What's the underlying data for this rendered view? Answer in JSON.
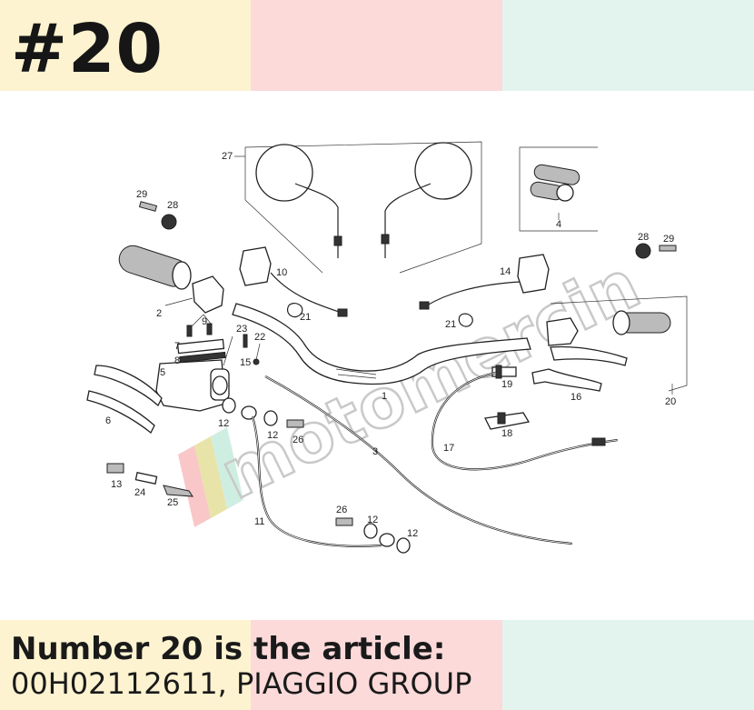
{
  "header": {
    "title": "#20",
    "band_colors": [
      "#fdf3d0",
      "#fcdada",
      "#e3f4ee"
    ]
  },
  "footer": {
    "line1": "Number 20 is the article:",
    "line2": "00H02112611, PIAGGIO GROUP"
  },
  "watermark": {
    "text": "motomercin",
    "stripe_colors": [
      "#f9c7c7",
      "#e8e3a8",
      "#cfeee2"
    ]
  },
  "callouts": {
    "c27": "27",
    "c29a": "29",
    "c28a": "28",
    "c4": "4",
    "c28b": "28",
    "c29b": "29",
    "c10": "10",
    "c14": "14",
    "c2": "2",
    "c21a": "21",
    "c21b": "21",
    "c9": "9",
    "c7": "7",
    "c8": "8",
    "c5": "5",
    "c23": "23",
    "c22": "22",
    "c15": "15",
    "c1": "1",
    "c19": "19",
    "c16": "16",
    "c20": "20",
    "c6": "6",
    "c12a": "12",
    "c12b": "12",
    "c26a": "26",
    "c3": "3",
    "c18": "18",
    "c17": "17",
    "c13": "13",
    "c24": "24",
    "c25": "25",
    "c11": "11",
    "c26b": "26",
    "c12c": "12",
    "c12d": "12"
  }
}
